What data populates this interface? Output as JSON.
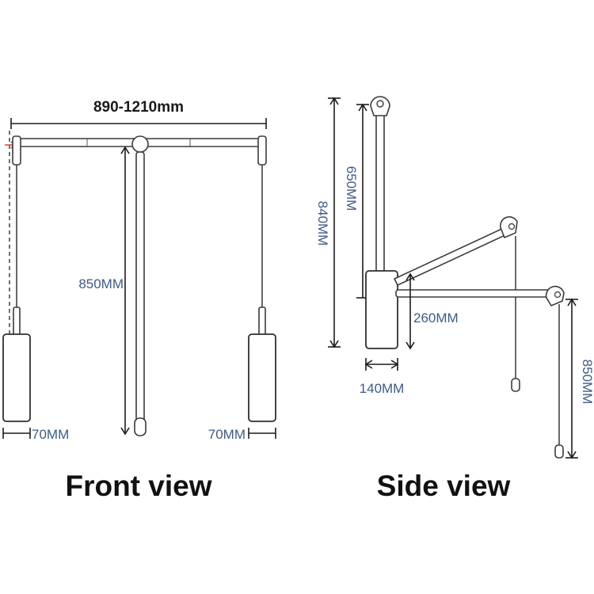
{
  "front_view": {
    "caption": "Front view",
    "width_label": "890-1210mm",
    "height_label": "850MM",
    "left_box_label": "70MM",
    "right_box_label": "70MM"
  },
  "side_view": {
    "caption": "Side view",
    "total_height_label": "840MM",
    "arm_label": "650MM",
    "box_height_label": "260MM",
    "box_depth_label": "140MM",
    "drop_label": "850MM"
  },
  "colors": {
    "dimension_text": "#3d5a86",
    "line": "#1c1c1c",
    "marker": "#d23a2a"
  }
}
